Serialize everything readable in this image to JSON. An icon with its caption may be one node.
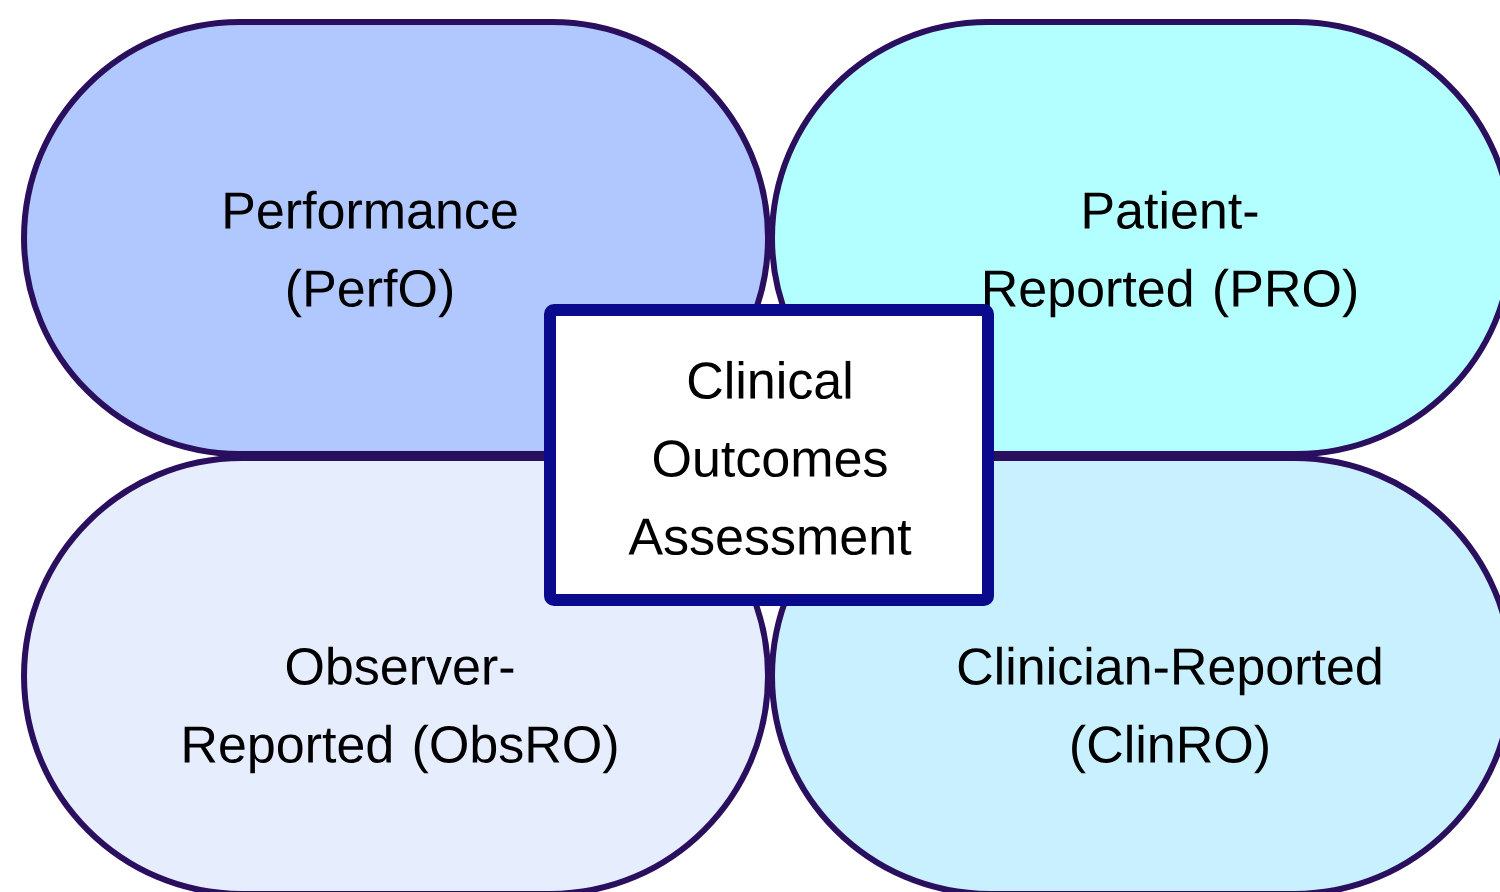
{
  "diagram": {
    "nodes": [
      {
        "text": [
          "Performance (PerfO)"
        ]
      },
      {
        "text": [
          "Patient-Reported (PRO)"
        ]
      },
      {
        "text": [
          "Clinical Outcomes Assessment"
        ]
      },
      {
        "text": [
          "Observer-Reported (ObsRO)"
        ]
      },
      {
        "text": [
          "Clinician-Reported (ClinRO)"
        ]
      }
    ]
  }
}
